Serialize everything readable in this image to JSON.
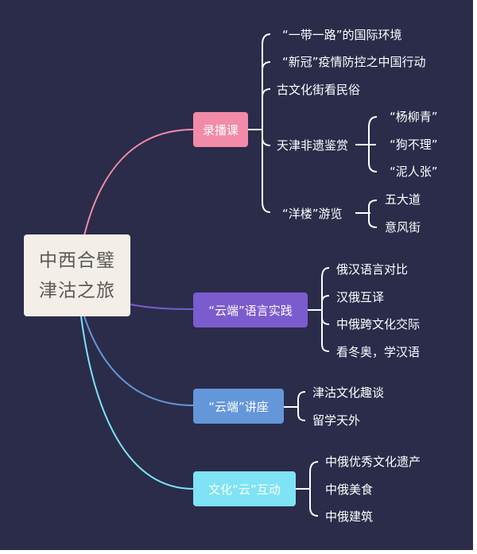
{
  "colors": {
    "background": "#2a2c4a",
    "root_bg": "#f3efe8",
    "root_text": "#595959",
    "branch_pink": "#f28ba8",
    "branch_purple": "#7b5ccf",
    "branch_blue": "#6397d9",
    "branch_cyan": "#7ee3f5",
    "leaf_text": "#ffffff",
    "bracket": "#ffffff"
  },
  "root": {
    "line1": "中西合璧",
    "line2": "津沽之旅"
  },
  "branches": [
    {
      "label": "录播课",
      "children": [
        {
          "label": "“一带一路”的国际环境"
        },
        {
          "label": "“新冠”疫情防控之中国行动"
        },
        {
          "label": "古文化街看民俗"
        },
        {
          "label": "天津非遗鉴赏",
          "children": [
            "“杨柳青”",
            "“狗不理”",
            "“泥人张”"
          ]
        },
        {
          "label": "“洋楼”游览",
          "children": [
            "五大道",
            "意风街"
          ]
        }
      ]
    },
    {
      "label": "“云端”语言实践",
      "children": [
        {
          "label": "俄汉语言对比"
        },
        {
          "label": "汉俄互译"
        },
        {
          "label": "中俄跨文化交际"
        },
        {
          "label": "看冬奥，学汉语"
        }
      ]
    },
    {
      "label": "“云端”讲座",
      "children": [
        {
          "label": "津沽文化趣谈"
        },
        {
          "label": "留学天外"
        }
      ]
    },
    {
      "label": "文化“云”互动",
      "children": [
        {
          "label": "中俄优秀文化遗产"
        },
        {
          "label": "中俄美食"
        },
        {
          "label": "中俄建筑"
        }
      ]
    }
  ]
}
